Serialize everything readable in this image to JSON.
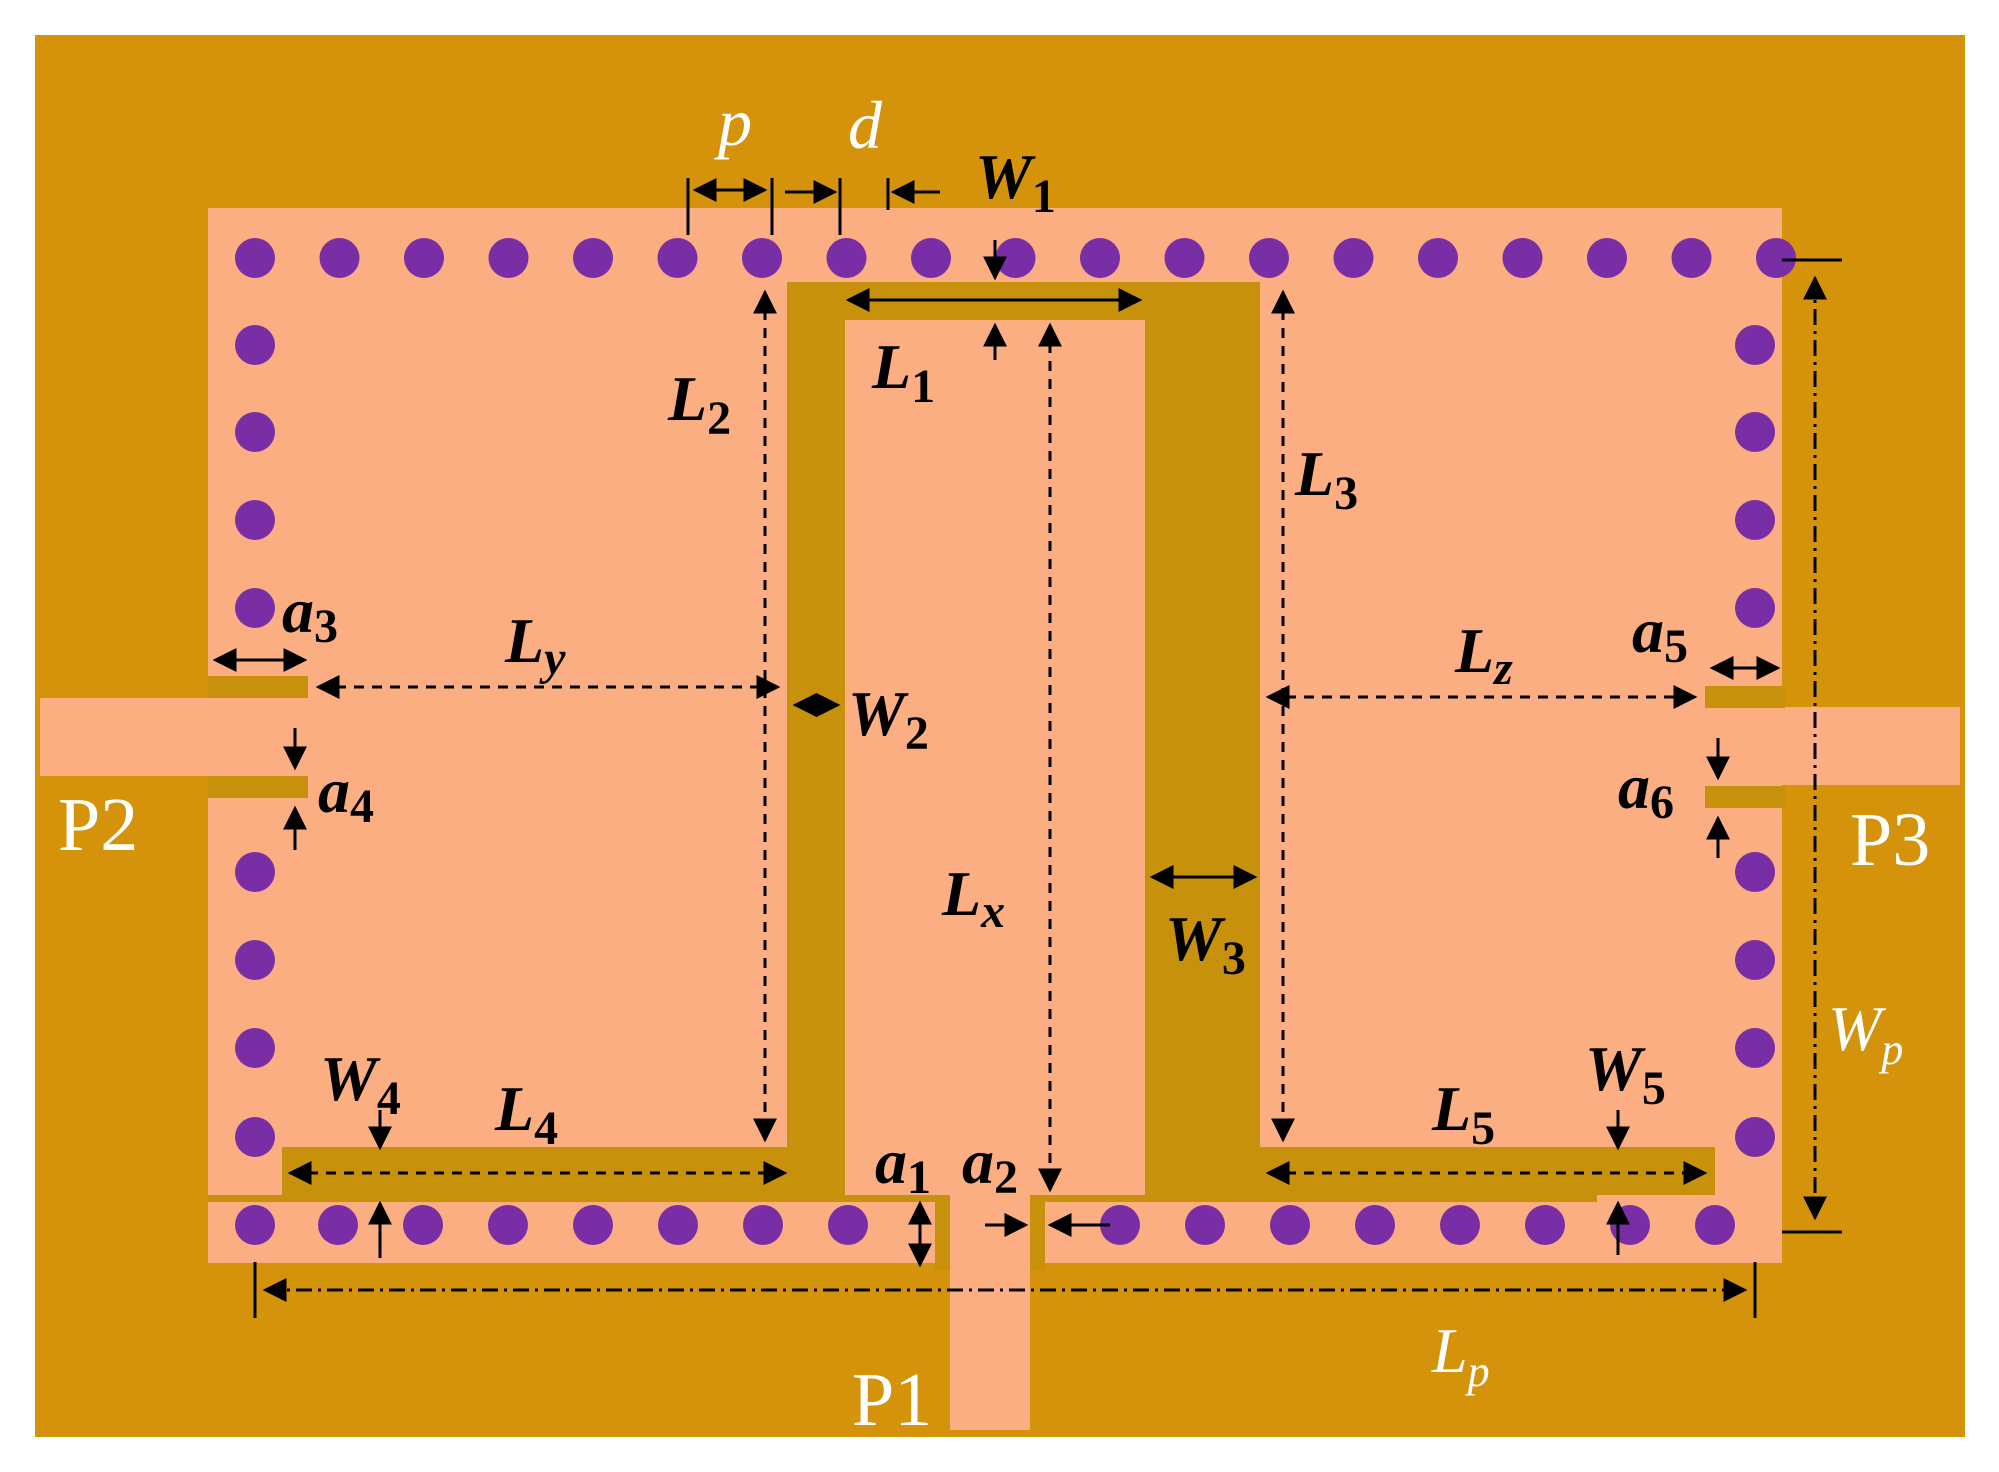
{
  "colors": {
    "substrate": "#D4930A",
    "metal": "#FBAE82",
    "slot": "#C8910C",
    "via": "#7A2EA6",
    "dim_dark": "#000000",
    "dim_light": "#FFFFFF"
  },
  "labels": {
    "p": "p",
    "d": "d",
    "W1_main": "W",
    "W1_sub": "1",
    "L1_main": "L",
    "L1_sub": "1",
    "L2_main": "L",
    "L2_sub": "2",
    "L3_main": "L",
    "L3_sub": "3",
    "a3_main": "a",
    "a3_sub": "3",
    "Ly_main": "L",
    "Ly_sub": "y",
    "W2_main": "W",
    "W2_sub": "2",
    "Lz_main": "L",
    "Lz_sub": "z",
    "a5_main": "a",
    "a5_sub": "5",
    "a4_main": "a",
    "a4_sub": "4",
    "a6_main": "a",
    "a6_sub": "6",
    "Lx_main": "L",
    "Lx_sub": "x",
    "W3_main": "W",
    "W3_sub": "3",
    "Wp_main": "W",
    "Wp_sub": "p",
    "W4_main": "W",
    "W4_sub": "4",
    "L4_main": "L",
    "L4_sub": "4",
    "L5_main": "L",
    "L5_sub": "5",
    "W5_main": "W",
    "W5_sub": "5",
    "a1_main": "a",
    "a1_sub": "1",
    "a2_main": "a",
    "a2_sub": "2",
    "Lp_main": "L",
    "Lp_sub": "p"
  },
  "ports": {
    "p1": "P1",
    "p2": "P2",
    "p3": "P3"
  }
}
